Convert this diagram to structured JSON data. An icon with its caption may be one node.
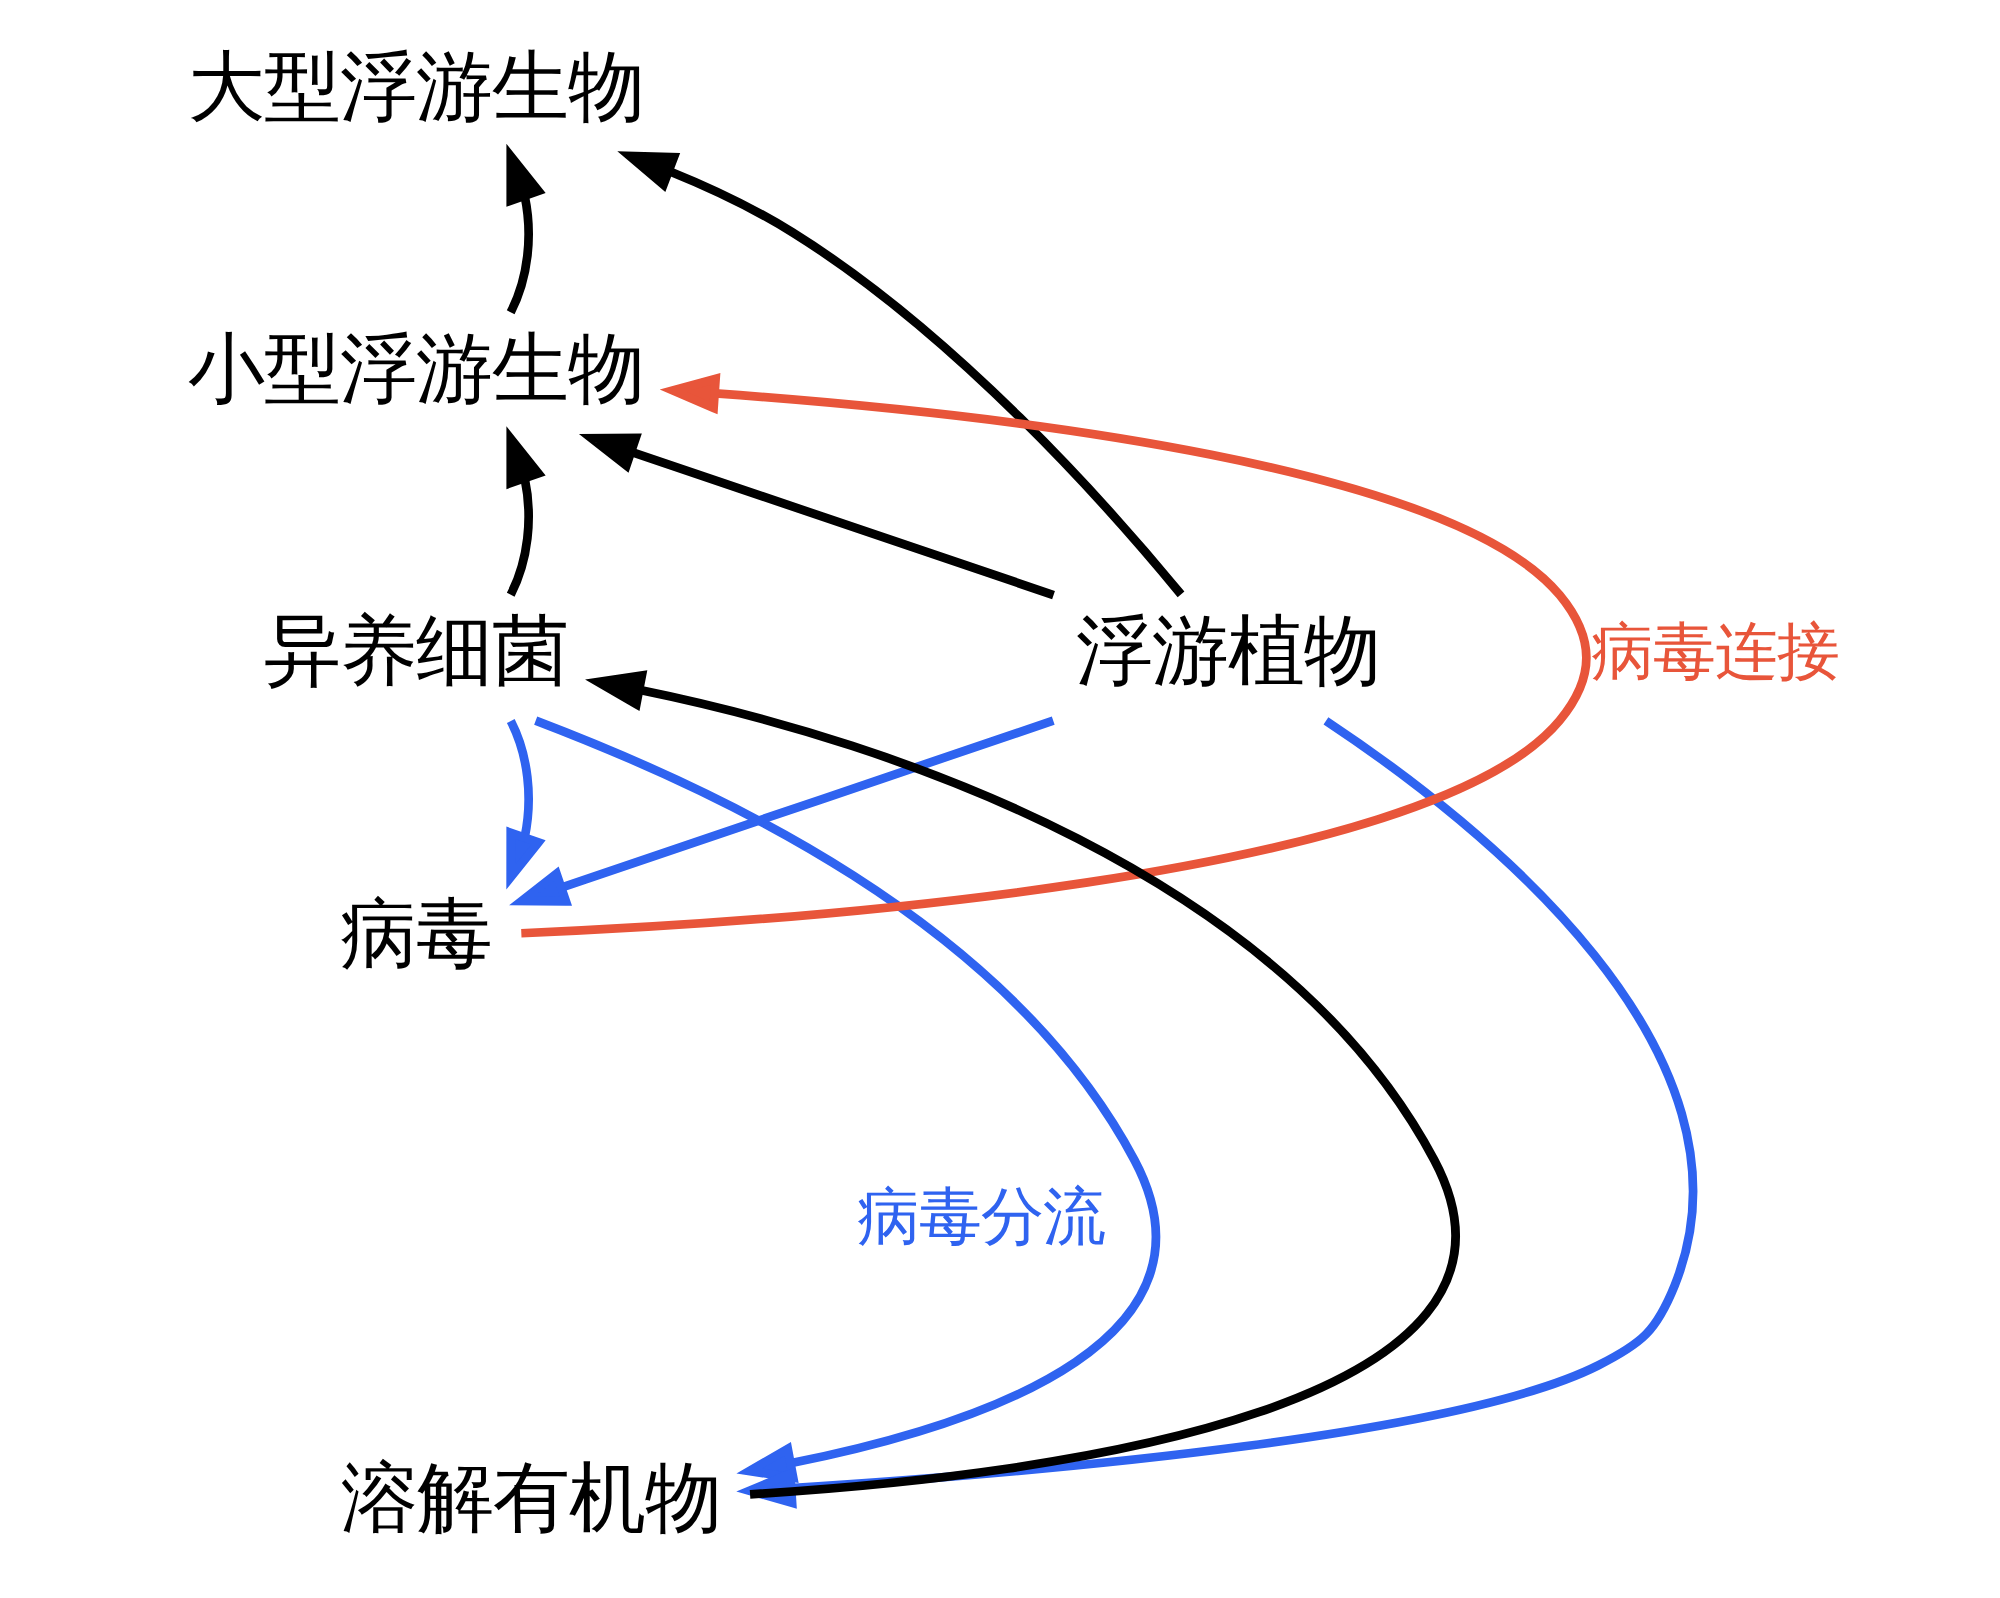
{
  "diagram": {
    "nodes": [
      {
        "text": [
          "大型浮游生物"
        ]
      },
      {
        "text": [
          "小型浮游生物"
        ]
      },
      {
        "text": [
          "异养细菌"
        ]
      },
      {
        "text": [
          "浮游植物"
        ]
      },
      {
        "text": [
          "病毒"
        ]
      },
      {
        "text": [
          "溶解有机物"
        ]
      }
    ],
    "edges": [
      {
        "from": 1,
        "to": 0,
        "arrow": "to"
      },
      {
        "from": 3,
        "to": 0,
        "arrow": "to"
      },
      {
        "from": 3,
        "to": 1,
        "arrow": "to"
      },
      {
        "from": 2,
        "to": 1,
        "arrow": "to"
      },
      {
        "from": 4,
        "to": 1,
        "arrow": "to",
        "label": "病毒连接",
        "color": "#e8553a"
      },
      {
        "from": 2,
        "to": 4,
        "arrow": "to",
        "color": "#2f63f0"
      },
      {
        "from": 3,
        "to": 4,
        "arrow": "to",
        "color": "#2f63f0"
      },
      {
        "from": 2,
        "to": 5,
        "arrow": "to",
        "color": "#2f63f0"
      },
      {
        "from": 5,
        "to": 2,
        "arrow": "to"
      },
      {
        "from": 3,
        "to": 5,
        "arrow": "to",
        "color": "#2f63f0"
      }
    ],
    "labels": [
      "病毒分流"
    ]
  }
}
